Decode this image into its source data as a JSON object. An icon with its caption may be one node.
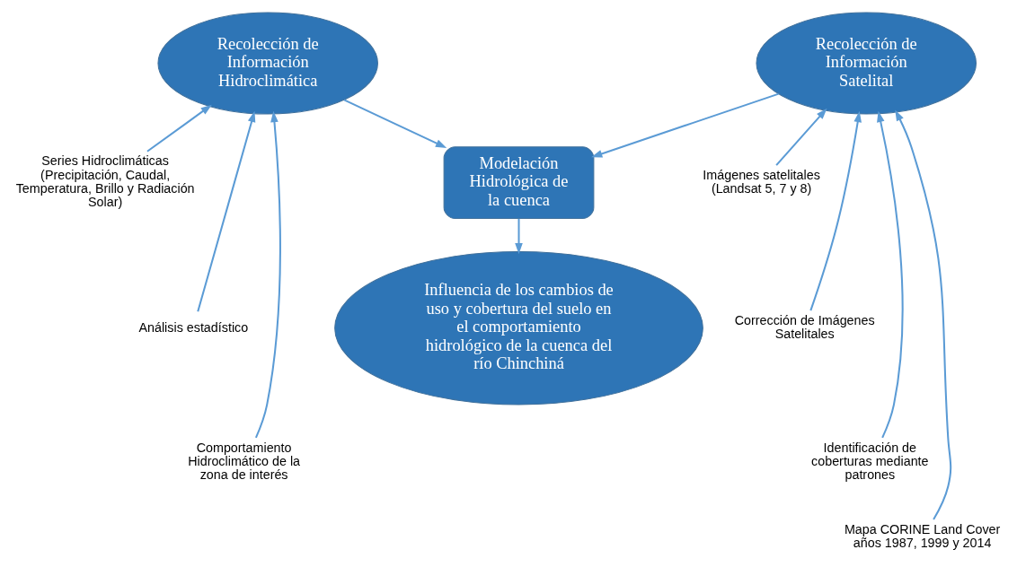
{
  "diagram": {
    "nodes": [
      {
        "text": [
          "Recolección de Información Hidroclimática"
        ]
      },
      {
        "text": [
          "Recolección de Información Satelital"
        ]
      },
      {
        "text": [
          "Series Hidroclimáticas",
          "(Precipitación, Caudal, Temperatura, Brillo y Radiación Solar)"
        ]
      },
      {
        "text": [
          "Análisis estadístico"
        ]
      },
      {
        "text": [
          "Comportamiento Hidroclimático de la zona de interés"
        ]
      },
      {
        "text": [
          "Imágenes satelitales",
          "(Landsat 5, 7 y 8)"
        ]
      },
      {
        "text": [
          "Corrección de Imágenes Satelitales"
        ]
      },
      {
        "text": [
          "Identificación de coberturas mediante patrones"
        ]
      },
      {
        "text": [
          "Mapa CORINE Land Cover años 1987, 1999 y 2014"
        ]
      },
      {
        "text": [
          "Modelación Hidrológica de la cuenca"
        ]
      },
      {
        "text": [
          "Influencia de los cambios de uso y cobertura del suelo en el comportamiento hidrológico de la cuenca del río Chinchiná"
        ]
      }
    ],
    "edges": [
      {
        "from": 2,
        "to": 0,
        "arrow": "to"
      },
      {
        "from": 3,
        "to": 0,
        "arrow": "to"
      },
      {
        "from": 4,
        "to": 0,
        "arrow": "to"
      },
      {
        "from": 5,
        "to": 1,
        "arrow": "to"
      },
      {
        "from": 6,
        "to": 1,
        "arrow": "to"
      },
      {
        "from": 7,
        "to": 1,
        "arrow": "to"
      },
      {
        "from": 8,
        "to": 1,
        "arrow": "to"
      },
      {
        "from": 0,
        "to": 9,
        "arrow": "to"
      },
      {
        "from": 1,
        "to": 9,
        "arrow": "to"
      },
      {
        "from": 9,
        "to": 10,
        "arrow": "to"
      }
    ]
  }
}
